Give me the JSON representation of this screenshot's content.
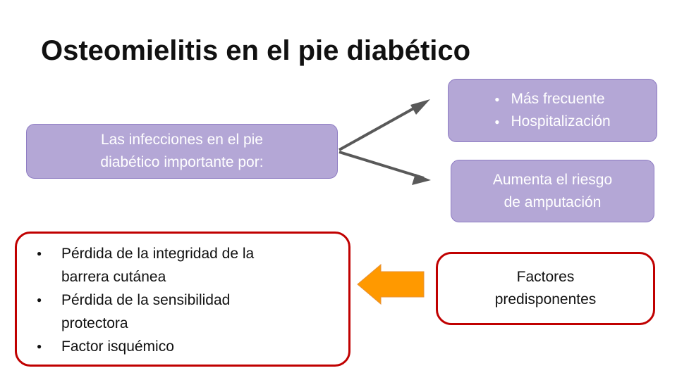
{
  "slide": {
    "title": "Osteomielitis en el pie diabético"
  },
  "main_box": {
    "line1": "Las infecciones en el pie",
    "line2": "diabético importante por:"
  },
  "freq_box": {
    "items": [
      "Más frecuente",
      "Hospitalización"
    ]
  },
  "risk_box": {
    "line1": "Aumenta el riesgo",
    "line2": "de amputación"
  },
  "factors_box": {
    "line1": "Factores",
    "line2": "predisponentes"
  },
  "factor_list": {
    "items": [
      {
        "line1": "Pérdida de la integridad de la",
        "line2": "barrera cutánea"
      },
      {
        "line1": "Pérdida de la sensibilidad",
        "line2": "protectora"
      },
      {
        "line1": "Factor isquémico",
        "line2": ""
      }
    ]
  },
  "colors": {
    "purple_fill": "#b4a7d6",
    "red_border": "#c00000",
    "orange_arrow": "#ff9900",
    "gray_arrow": "#595959"
  },
  "icons": {
    "bullet": "●"
  }
}
